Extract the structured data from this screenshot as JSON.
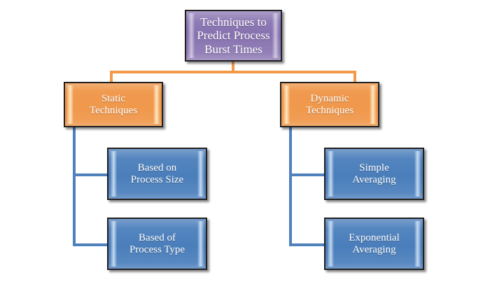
{
  "diagram": {
    "type": "tree",
    "title": "Techniques to Predict Process Burst Times",
    "colors": {
      "root_fill": "#8772B0",
      "level2_fill": "#F0984C",
      "leaf_fill": "#4A7EBB",
      "node_border": "#221F20",
      "orange_connector": "#F2994A",
      "blue_connector": "#4F81BD",
      "background": "#FFFFFF",
      "text": "#FFFFFF"
    },
    "root": {
      "id": "root",
      "label": "Techniques to Predict Process Burst Times",
      "line1": "Techniques to",
      "line2": "Predict Process",
      "line3": "Burst Times"
    },
    "branches": [
      {
        "id": "static",
        "label": "Static Techniques",
        "line1": "Static",
        "line2": "Techniques",
        "children": [
          {
            "id": "based-on-process-size",
            "label": "Based on Process Size",
            "line1": "Based on",
            "line2": "Process Size"
          },
          {
            "id": "based-of-process-type",
            "label": "Based of Process Type",
            "line1": "Based of",
            "line2": "Process Type"
          }
        ]
      },
      {
        "id": "dynamic",
        "label": "Dynamic Techniques",
        "line1": "Dynamic",
        "line2": "Techniques",
        "children": [
          {
            "id": "simple-averaging",
            "label": "Simple Averaging",
            "line1": "Simple",
            "line2": "Averaging"
          },
          {
            "id": "exponential-averaging",
            "label": "Exponential Averaging",
            "line1": "Exponential",
            "line2": "Averaging"
          }
        ]
      }
    ]
  }
}
